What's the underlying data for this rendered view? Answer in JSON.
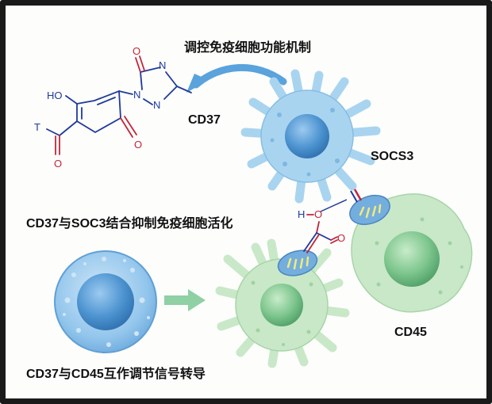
{
  "title": "调控免疫细胞功能机制",
  "labels": {
    "cd37": "CD37",
    "socs3": "SOCS3",
    "cd45": "CD45",
    "binding_note": "CD37与SOC3结合抑制免疫细胞活化",
    "signal_note": "CD37与CD45互作调节信号转导"
  },
  "molecule": {
    "atoms": {
      "ho": "HO",
      "t": "T",
      "o_ketone": "O",
      "o_aldehyde": "O",
      "o_ring": "O",
      "n1": "N",
      "n2": "N",
      "n3": "N"
    }
  },
  "linker": {
    "h": "H",
    "o_top": "O",
    "o_right": "O"
  },
  "colors": {
    "dendritic_cell": "#a9d4ef",
    "dendritic_nucleus": "#4a92cf",
    "green_cell": "#c9e8c8",
    "green_nucleus": "#7bc48e",
    "lymphocyte": "#7fb9e6",
    "arrow_blue": "#5aa3dc",
    "arrow_green": "#8fd0a4",
    "frame": "#1a1a1a"
  }
}
